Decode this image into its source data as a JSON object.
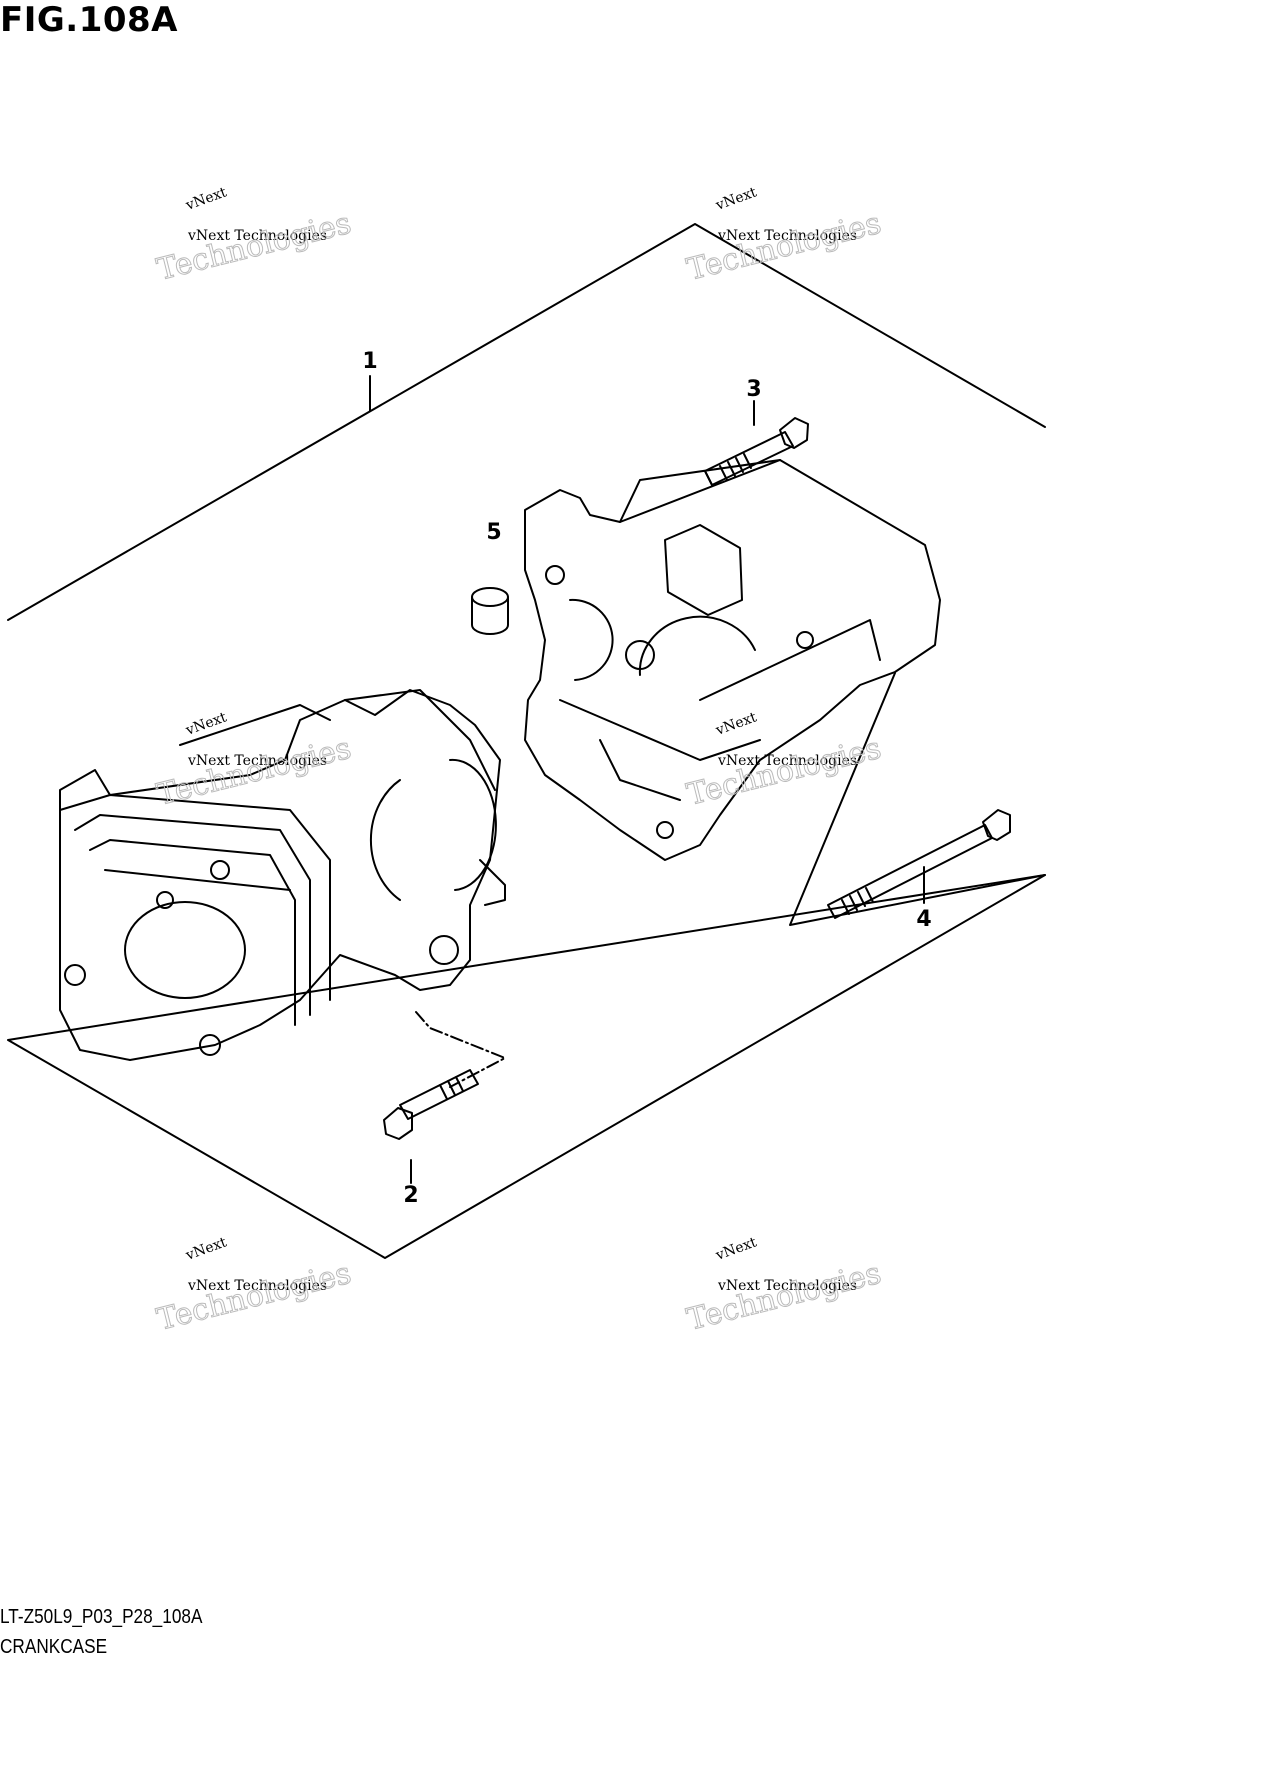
{
  "figure": {
    "title": "FIG.108A",
    "drawing_code": "LT-Z50L9_P03_P28_108A",
    "caption": "CRANKCASE"
  },
  "callouts": [
    {
      "id": "1",
      "label": "1"
    },
    {
      "id": "2",
      "label": "2"
    },
    {
      "id": "3",
      "label": "3"
    },
    {
      "id": "4",
      "label": "4"
    },
    {
      "id": "5",
      "label": "5"
    }
  ],
  "watermark": {
    "line_small": "vNext Technologies",
    "line_top": "vNext",
    "line_big": "Technologies"
  }
}
